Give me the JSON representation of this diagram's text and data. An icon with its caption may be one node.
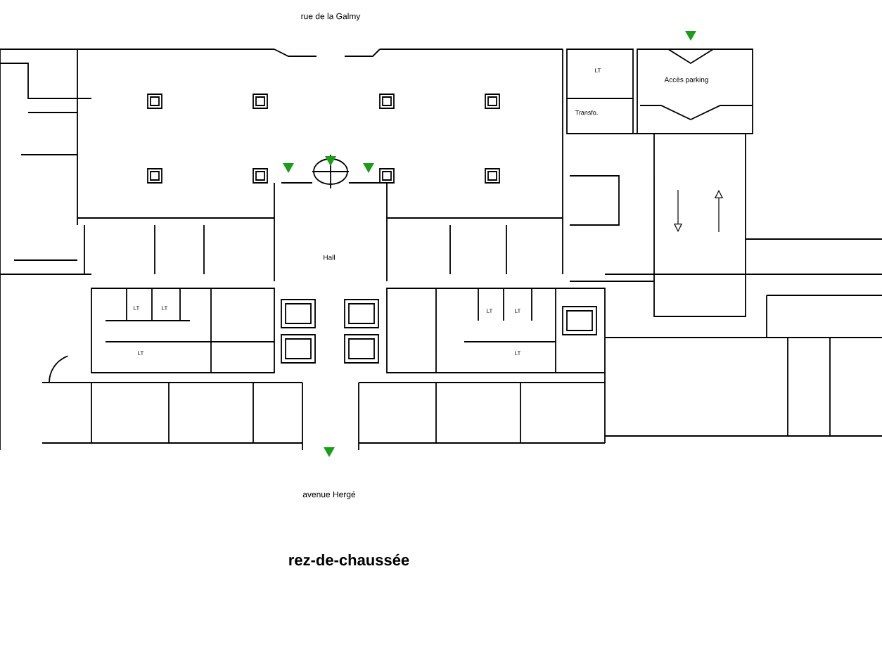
{
  "diagram": {
    "caption": "rez-de-chaussée",
    "labels": [
      "rue de la Galmy",
      "LT",
      "Accès parking",
      "Transfo.",
      "Hall",
      "LT",
      "LT",
      "LT",
      "LT",
      "LT",
      "LT",
      "avenue Hergé"
    ]
  }
}
